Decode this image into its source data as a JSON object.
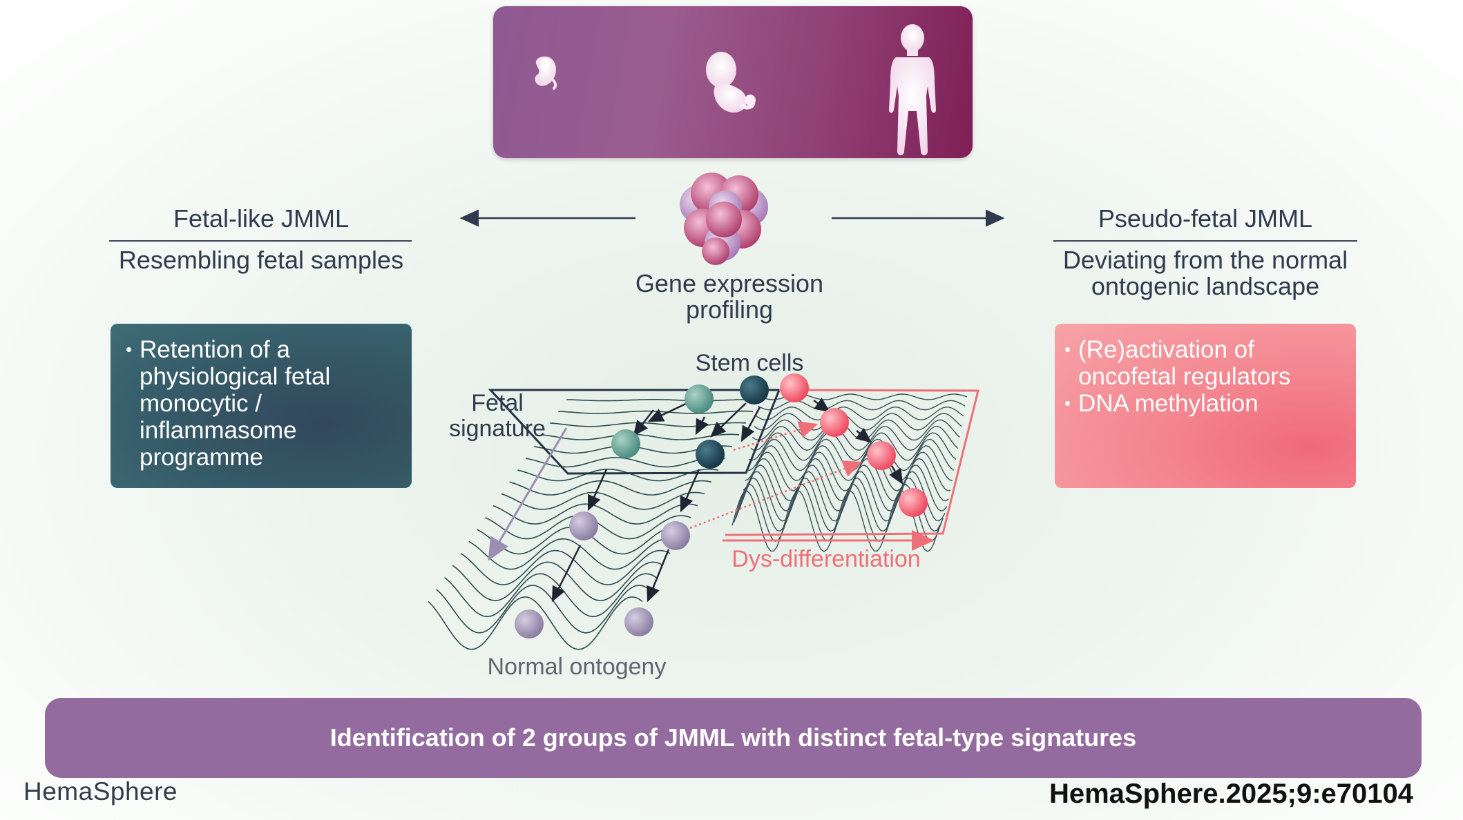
{
  "top_banner": {
    "icons": [
      "embryo-icon",
      "fetus-icon",
      "child-icon"
    ]
  },
  "center": {
    "label": "Gene expression profiling"
  },
  "left": {
    "title": "Fetal-like JMML",
    "subtitle": "Resembling fetal samples",
    "bullets": [
      "Retention of a physiological fetal monocytic / inflammasome programme"
    ]
  },
  "right": {
    "title": "Pseudo-fetal JMML",
    "subtitle": "Deviating from the normal ontogenic landscape",
    "bullets": [
      "(Re)activation of oncofetal regulators",
      "DNA methylation"
    ]
  },
  "diagram": {
    "stem_cells_label": "Stem cells",
    "fetal_signature_label": "Fetal signature",
    "dys_label": "Dys-differentiation",
    "normal_label": "Normal ontogeny"
  },
  "bottom_banner": {
    "text": "Identification of 2 groups of JMML with distinct fetal-type signatures"
  },
  "footer": {
    "brand": "HemaSphere",
    "citation": "HemaSphere.2025;9:e70104"
  },
  "colors": {
    "banner_purple": "#946b9f",
    "teal_box": "#355b68",
    "pink_box": "#f48790",
    "dys_red": "#ef6f78"
  }
}
